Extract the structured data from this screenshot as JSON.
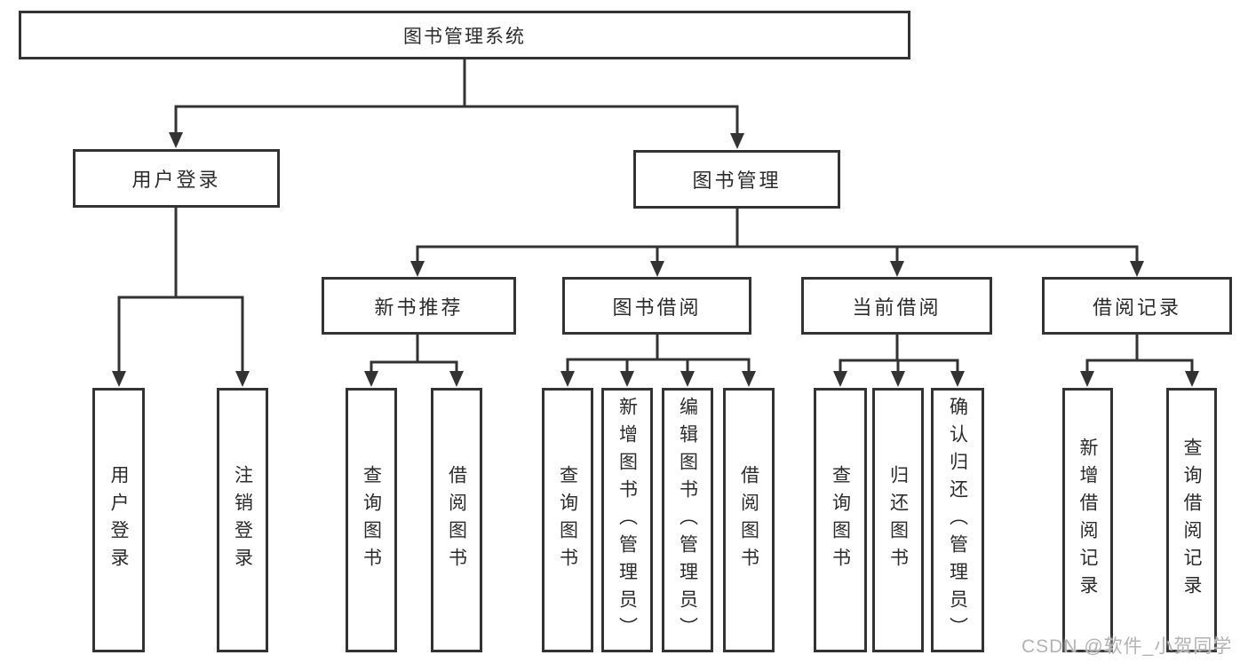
{
  "diagram": {
    "root": "图书管理系统",
    "branches": [
      {
        "label": "用户登录",
        "children": [
          "用户登录",
          "注销登录"
        ]
      },
      {
        "label": "图书管理",
        "groups": [
          {
            "label": "新书推荐",
            "children": [
              "查询图书",
              "借阅图书"
            ]
          },
          {
            "label": "图书借阅",
            "children": [
              "查询图书",
              "新增图书（管理员）",
              "编辑图书（管理员）",
              "借阅图书"
            ]
          },
          {
            "label": "当前借阅",
            "children": [
              "查询图书",
              "归还图书",
              "确认归还（管理员）"
            ]
          },
          {
            "label": "借阅记录",
            "children": [
              "新增借阅记录",
              "查询借阅记录"
            ]
          }
        ]
      }
    ]
  },
  "watermark": "CSDN @软件_小贺同学",
  "colors": {
    "line": "#333333",
    "box_border": "#333333",
    "text": "#2b2b2b",
    "watermark": "#b3b3b3",
    "background": "#ffffff"
  }
}
